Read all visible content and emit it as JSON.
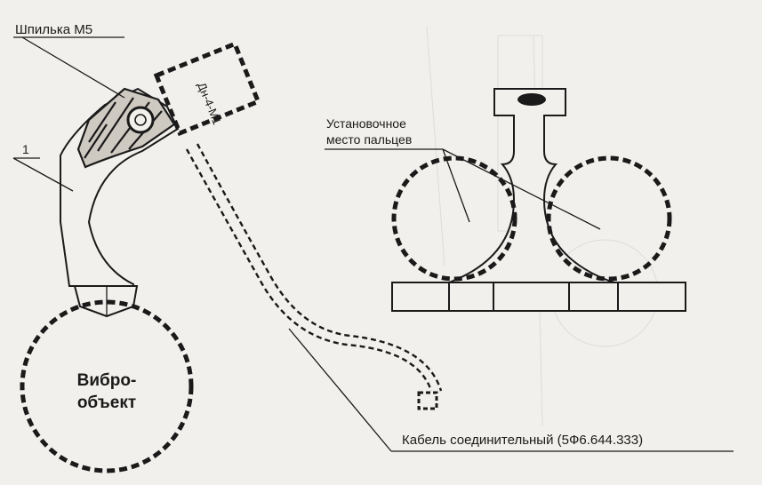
{
  "labels": {
    "stud": "Шпилька М5",
    "sensor": "Дн-4-М1",
    "part_number": "1",
    "mounting_line1": "Установочное",
    "mounting_line2": "место пальцев",
    "object_line1": "Вибро-",
    "object_line2": "объект",
    "cable": "Кабель соединительный (5Ф6.644.333)"
  },
  "colors": {
    "ink": "#1a1a1a",
    "paper": "#f2f0ec"
  }
}
